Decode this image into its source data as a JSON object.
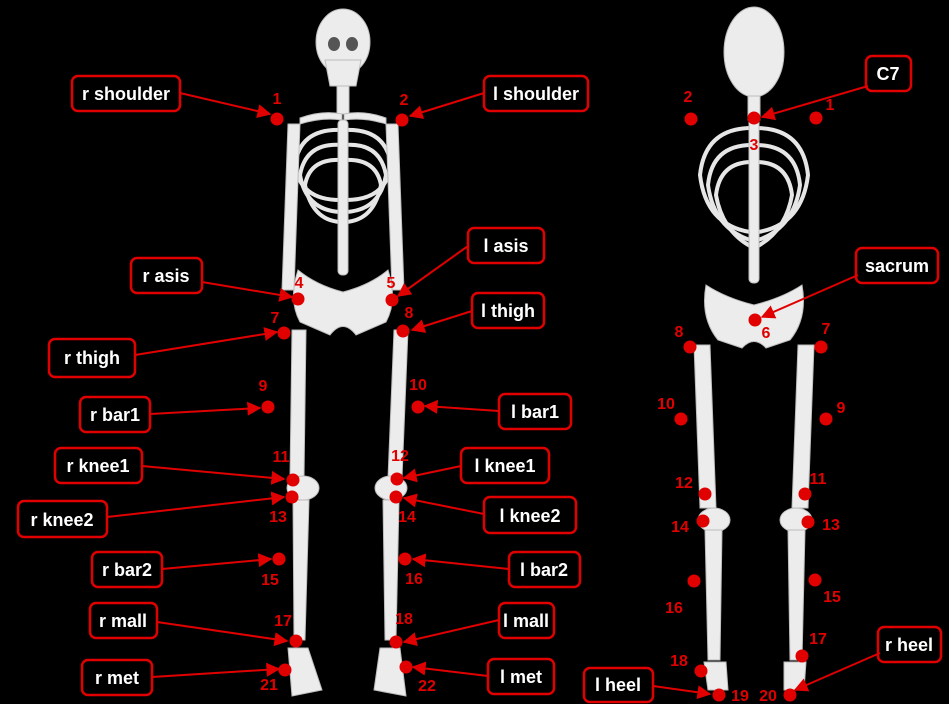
{
  "colors": {
    "accent": "#e00000",
    "background": "#000000",
    "bone": "#ececec"
  },
  "front_view": {
    "labels": {
      "r_shoulder": "r shoulder",
      "l_shoulder": "l shoulder",
      "r_asis": "r asis",
      "l_asis": "l asis",
      "r_thigh": "r thigh",
      "l_thigh": "l thigh",
      "r_bar1": "r bar1",
      "l_bar1": "l bar1",
      "r_knee1": "r knee1",
      "l_knee1": "l knee1",
      "r_knee2": "r knee2",
      "l_knee2": "l knee2",
      "r_bar2": "r bar2",
      "l_bar2": "l bar2",
      "r_mall": "r mall",
      "l_mall": "l mall",
      "r_met": "r met",
      "l_met": "l met"
    },
    "markers": [
      "1",
      "2",
      "4",
      "5",
      "7",
      "8",
      "9",
      "10",
      "11",
      "12",
      "13",
      "14",
      "15",
      "16",
      "17",
      "18",
      "21",
      "22"
    ]
  },
  "back_view": {
    "labels": {
      "c7": "C7",
      "sacrum": "sacrum",
      "l_heel": "l heel",
      "r_heel": "r heel"
    },
    "markers": [
      "1",
      "2",
      "3",
      "6",
      "7",
      "8",
      "9",
      "10",
      "11",
      "12",
      "13",
      "14",
      "15",
      "16",
      "17",
      "18",
      "19",
      "20"
    ]
  }
}
